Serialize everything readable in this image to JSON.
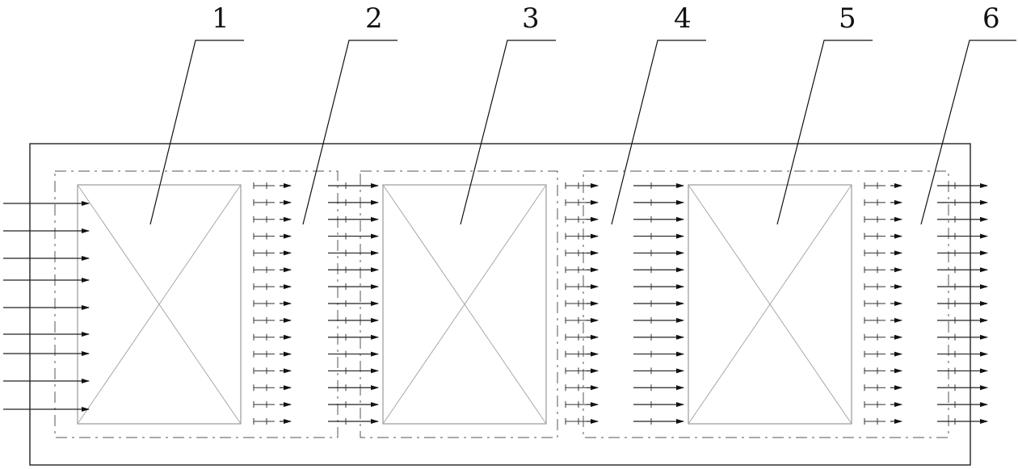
{
  "callouts": [
    "1",
    "2",
    "3",
    "4",
    "5",
    "6"
  ],
  "colors": {
    "line": "#111111",
    "block_edge": "#9a9a9a",
    "dash": "#555555"
  },
  "inlet_arrow_count": 9,
  "channel_arrow_count": 15
}
